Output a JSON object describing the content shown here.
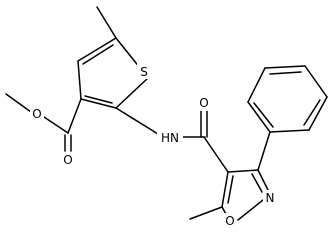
{
  "molecule": {
    "atom_labels": {
      "thiophene_sulfur": "S",
      "amide_nitrogen": "HN",
      "amide_oxygen": "O",
      "ester_carbonyl_oxygen": "O",
      "ester_ether_oxygen": "O",
      "isoxazole_oxygen": "O",
      "isoxazole_nitrogen": "N"
    },
    "colors": {
      "bonds": "#000000",
      "labels": "#000000",
      "background": "#ffffff"
    }
  }
}
